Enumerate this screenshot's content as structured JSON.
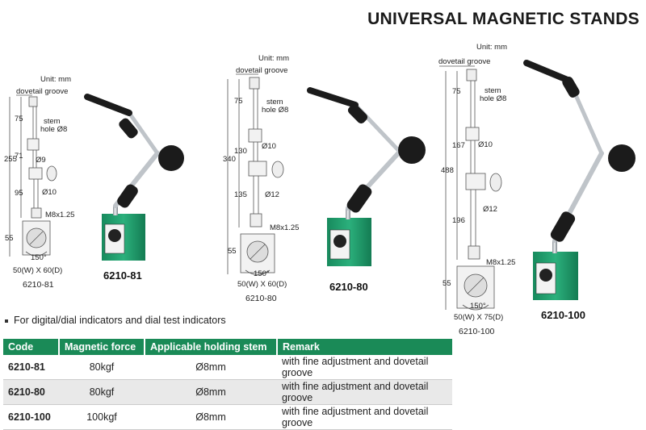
{
  "title": "UNIVERSAL MAGNETIC STANDS",
  "products": [
    {
      "model": "6210-81",
      "caption": "6210-81",
      "unit": "Unit: mm",
      "dovetail": "dovetail groove",
      "stem_hole": [
        "stem",
        "hole Ø8"
      ],
      "dims": {
        "overall": "255",
        "top": "75",
        "mid": "71",
        "low": "95",
        "base": "55"
      },
      "diameters": [
        "Ø9",
        "Ø10"
      ],
      "thread": "M8x1.25",
      "angle": "150°",
      "base_size": "50(W) X 60(D)"
    },
    {
      "model": "6210-80",
      "caption": "6210-80",
      "unit": "Unit: mm",
      "dovetail": "dovetail groove",
      "stem_hole": [
        "stem",
        "hole Ø8"
      ],
      "dims": {
        "overall": "340",
        "top": "75",
        "mid": "130",
        "low": "135",
        "base": "55"
      },
      "diameters": [
        "Ø10",
        "Ø12"
      ],
      "thread": "M8x1.25",
      "angle": "150°",
      "base_size": "50(W) X 60(D)"
    },
    {
      "model": "6210-100",
      "caption": "6210-100",
      "unit": "Unit: mm",
      "dovetail": "dovetail groove",
      "stem_hole": [
        "stem",
        "hole Ø8"
      ],
      "dims": {
        "overall": "488",
        "top": "75",
        "mid": "167",
        "low": "196",
        "base": "55"
      },
      "diameters": [
        "Ø10",
        "Ø12"
      ],
      "thread": "M8x1.25",
      "angle": "150°",
      "base_size": "50(W) X 75(D)"
    }
  ],
  "bullet": "For digital/dial indicators and dial test indicators",
  "table": {
    "headers": [
      "Code",
      "Magnetic force",
      "Applicable holding stem",
      "Remark"
    ],
    "rows": [
      [
        "6210-81",
        "80kgf",
        "Ø8mm",
        "with fine adjustment and dovetail groove"
      ],
      [
        "6210-80",
        "80kgf",
        "Ø8mm",
        "with fine adjustment and dovetail groove"
      ],
      [
        "6210-100",
        "100kgf",
        "Ø8mm",
        "with fine adjustment and dovetail groove"
      ]
    ]
  },
  "colors": {
    "header_bg": "#1a8a57",
    "base_green": "#1f9a6a",
    "knob": "#1b1b1b",
    "metal": "#c9cdd2"
  }
}
